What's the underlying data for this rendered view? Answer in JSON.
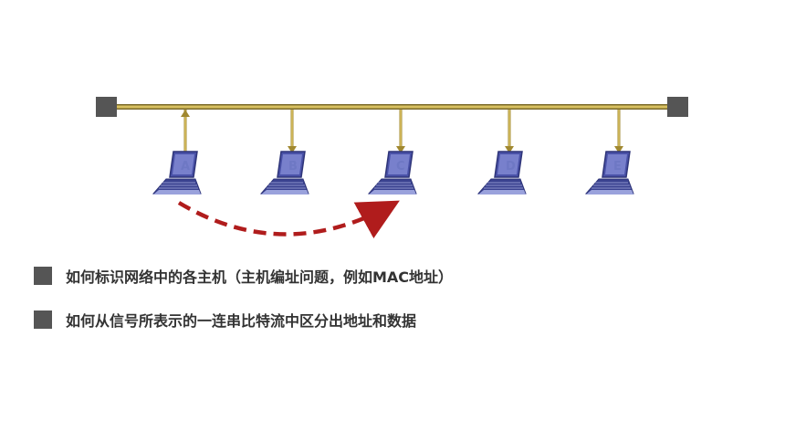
{
  "hosts": [
    {
      "label": "A"
    },
    {
      "label": "B"
    },
    {
      "label": "C"
    },
    {
      "label": "D"
    },
    {
      "label": "E"
    }
  ],
  "bullets": [
    {
      "text": "如何标识网络中的各主机（主机编址问题，例如MAC地址）"
    },
    {
      "text": "如何从信号所表示的一连串比特流中区分出地址和数据"
    }
  ],
  "colors": {
    "bus": "#b8a03a",
    "terminator": "#555555",
    "laptop": "#5a62b8",
    "transfer_arrow": "#b01c1c",
    "bullet": "#555555"
  }
}
